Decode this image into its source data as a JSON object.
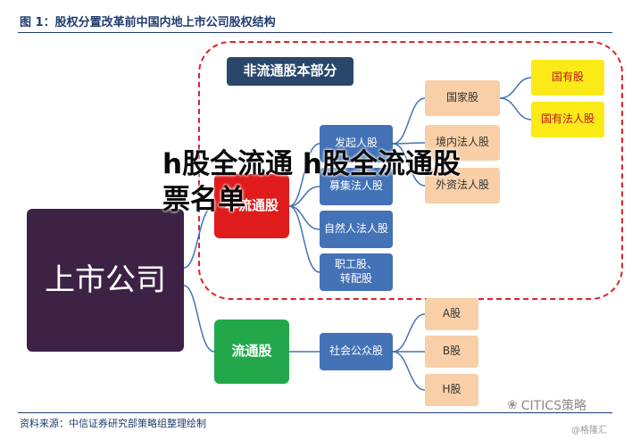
{
  "header": {
    "title": "图 1：股权分置改革前中国内地上市公司股权结构"
  },
  "diagram": {
    "listed_company": "上市公司",
    "non_tradable": "非流通股",
    "non_tradable_part": "非流通股本部分",
    "tradable": "流通股",
    "promoter_shares": "发起人股",
    "raised_legal_person_shares": "募集法人股",
    "natural_person_legal_shares": "自然人法人股",
    "employee_shares": "职工股、\n转配股",
    "public_shares": "社会公众股",
    "state_shares": "国家股",
    "domestic_legal_person_shares": "境内法人股",
    "foreign_legal_person_shares": "外资法人股",
    "state_owned_shares": "国有股",
    "state_owned_legal_person_shares": "国有法人股",
    "a_shares": "A股",
    "b_shares": "B股",
    "h_shares": "H股"
  },
  "overlay": {
    "headline": "h股全流通 h股全流通股票名单"
  },
  "footer": {
    "source": "资料来源：中信证券研究部策略组整理绘制",
    "logo_text": "CITICS策略",
    "handle": "@格隆汇"
  },
  "colors": {
    "listed_company": "#3d2245",
    "non_tradable": "#e01b1b",
    "tradable": "#22a84a",
    "category_blue": "#4472b6",
    "subcategory_peach": "#f8cfa7",
    "state_yellow": "#fbea18",
    "dashed_border": "#e0212a",
    "header_text": "#1f3c6e"
  }
}
